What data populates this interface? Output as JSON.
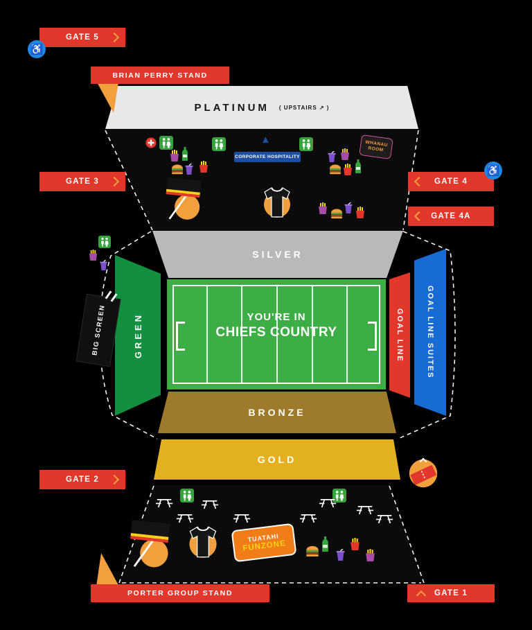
{
  "gates": {
    "gate5": "GATE 5",
    "gate3": "GATE 3",
    "gate4": "GATE 4",
    "gate4a": "GATE 4A",
    "gate2": "GATE 2",
    "gate1": "GATE 1"
  },
  "stands": {
    "brian_perry": "BRIAN PERRY STAND",
    "porter_group": "PORTER GROUP STAND"
  },
  "zones": {
    "platinum": "PLATINUM",
    "platinum_upstairs": "( UPSTAIRS ↗ )",
    "silver": "SILVER",
    "green": "GREEN",
    "bronze": "BRONZE",
    "gold": "GOLD",
    "goal_line": "GOAL LINE",
    "goal_line_suites": "GOAL LINE SUITES"
  },
  "field": {
    "line1": "YOU'RE IN",
    "line2": "CHIEFS COUNTRY"
  },
  "features": {
    "corporate_hospitality": "CORPORATE HOSPITALITY",
    "big_screen": "BIG SCREEN",
    "whanau_line1": "WHANAU",
    "whanau_line2": "ROOM",
    "funzone_line1": "TUATAHI",
    "funzone_line2": "FUNZONE"
  },
  "icons": {
    "accessibility": "♿",
    "hospitality_arrow": "▲",
    "first_aid": "first-aid",
    "toilets": "restrooms",
    "picnic_table": "picnic-table",
    "food": "food-stall",
    "drinks": "drinks",
    "flag": "chiefs-flag",
    "jersey": "chiefs-jersey",
    "ticket": "tickets",
    "big_screen": "big-screen"
  },
  "colors": {
    "red": "#e2372b",
    "accent_gold": "#f2a03d",
    "platinum": "#e8e8e8",
    "silver": "#b8b9bb",
    "field_green": "#3dae46",
    "stand_green": "#13903f",
    "bronze": "#9d7a2c",
    "gold_zone": "#e3b120",
    "suites_blue": "#176bd2",
    "hospitality_blue": "#1d4f9e",
    "accessible_blue": "#1e88e5"
  }
}
